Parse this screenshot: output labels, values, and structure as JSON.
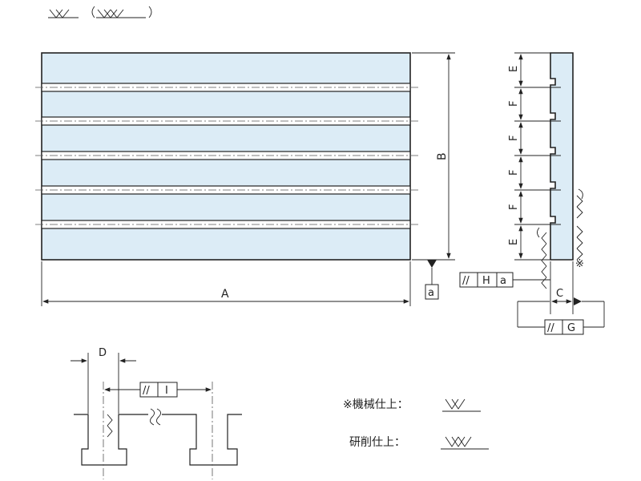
{
  "header": {
    "symbol_machined": "▽▽",
    "symbol_ground": "〔▽▽▽〕"
  },
  "front_view": {
    "dim_a": "A",
    "dim_b": "B",
    "datum_label": "a"
  },
  "side_view": {
    "dims": [
      "E",
      "F",
      "F",
      "F",
      "F",
      "E"
    ],
    "dim_c": "C",
    "tol_parallel_symbol": "//",
    "tol_h": "H",
    "tol_ref": "a",
    "tol_g": "G",
    "note_mark": "※"
  },
  "detail_view": {
    "dim_d": "D",
    "tol_parallel_symbol": "//",
    "tol_i": "I"
  },
  "legend": {
    "machined_label": "※機械仕上：",
    "ground_label": "研削仕上：",
    "machined_symbol": "▽▽",
    "ground_symbol": "▽▽▽"
  }
}
